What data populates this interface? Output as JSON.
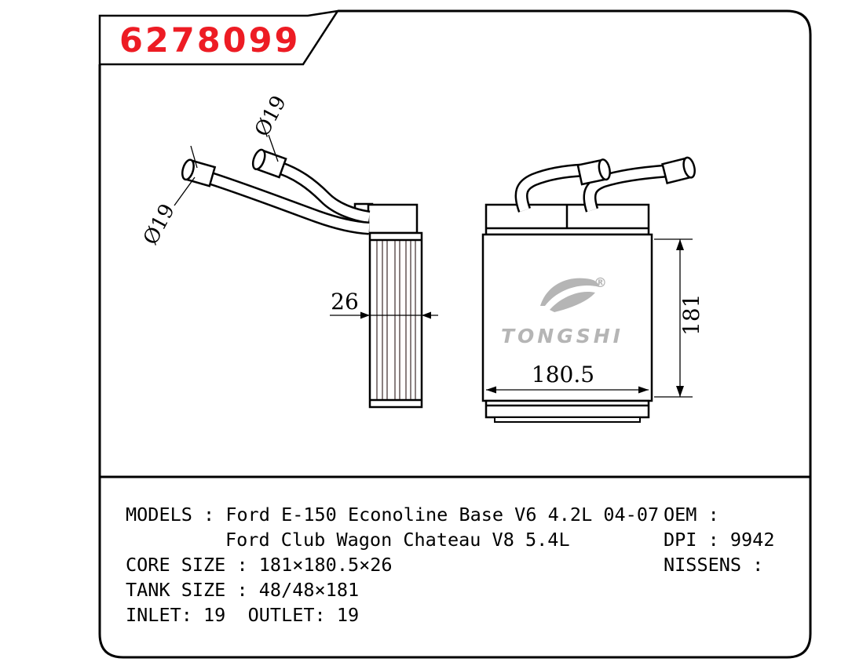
{
  "title_block": {
    "part_number": "6278099"
  },
  "colors": {
    "part_number_red": "#ed1c24",
    "line_black": "#000000",
    "logo_gray": "#b5b5b5",
    "background": "#ffffff"
  },
  "drawing": {
    "side_view": {
      "pipe_diameter_label_upper": "Ø19",
      "pipe_diameter_label_lower": "Ø19",
      "depth_dimension": "26"
    },
    "front_view": {
      "width_dimension": "180.5",
      "height_dimension": "181"
    },
    "logo": {
      "brand": "TONGSHI",
      "registered": "®"
    }
  },
  "specs": {
    "models_line1": "MODELS : Ford E-150 Econoline Base V6 4.2L 04-07",
    "models_line2": "Ford Club Wagon Chateau V8 5.4L",
    "core_size": "CORE SIZE : 181×180.5×26",
    "tank_size": "TANK SIZE : 48/48×181",
    "inlet_outlet": "INLET: 19  OUTLET: 19",
    "oem": "OEM :",
    "dpi": "DPI : 9942",
    "nissens": "NISSENS :"
  }
}
